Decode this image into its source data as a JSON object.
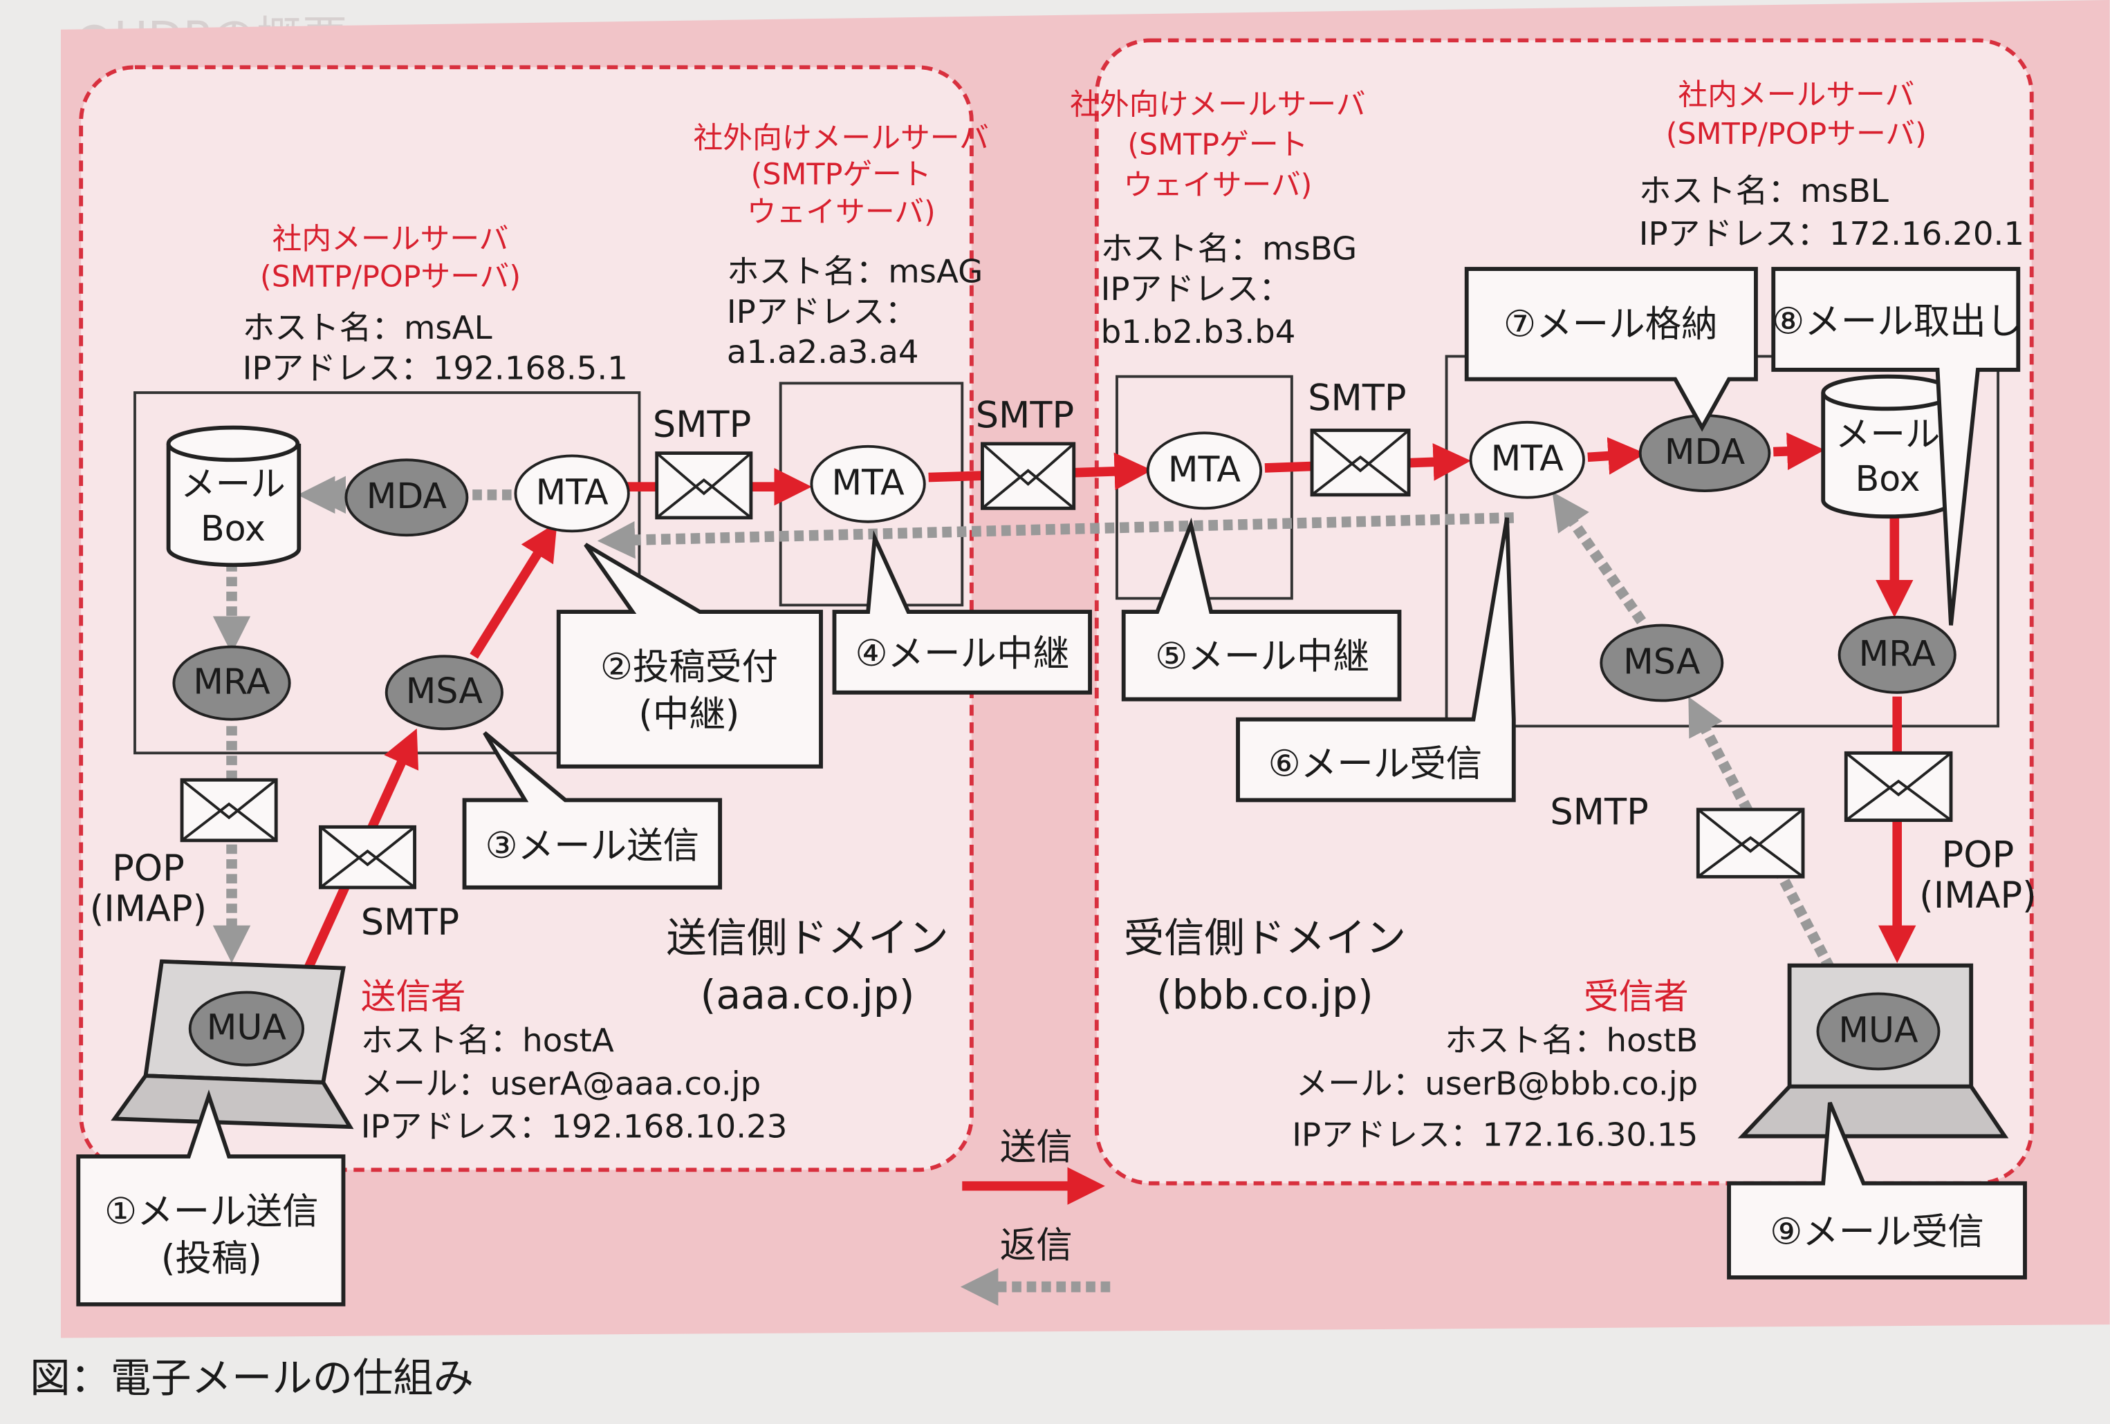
{
  "colors": {
    "accent": "#e0202a",
    "panel": "#f1c4c8",
    "domain": "#f8e6e8",
    "return": "#999999"
  },
  "left_server": {
    "title": "社内メールサーバ",
    "subtitle": "(SMTP/POPサーバ)",
    "host": "ホスト名：msAL",
    "ip": "IPアドレス：192.168.5.1"
  },
  "left_gateway": {
    "title": "社外向けメールサーバ",
    "sub1": "(SMTPゲート",
    "sub2": "ウェイサーバ)",
    "host": "ホスト名：msAG",
    "ip_label": "IPアドレス：",
    "ip": "a1.a2.a3.a4"
  },
  "right_gateway": {
    "title": "社外向けメールサーバ",
    "sub1": "(SMTPゲート",
    "sub2": "ウェイサーバ)",
    "host": "ホスト名：msBG",
    "ip_label": "IPアドレス：",
    "ip": "b1.b2.b3.b4"
  },
  "right_server": {
    "title": "社内メールサーバ",
    "subtitle": "(SMTP/POPサーバ)",
    "host": "ホスト名：msBL",
    "ip": "IPアドレス：172.16.20.1"
  },
  "nodes": {
    "mta": "MTA",
    "mda": "MDA",
    "mra": "MRA",
    "msa": "MSA",
    "mua": "MUA",
    "mailbox1": "メール",
    "mailbox2": "Box"
  },
  "protocols": {
    "smtp": "SMTP",
    "pop": "POP",
    "imap": "(IMAP)"
  },
  "steps": [
    "①メール送信",
    "(投稿)",
    "②投稿受付",
    "③メール送信",
    "(中継)",
    "④メール中継",
    "⑤メール中継",
    "⑥メール受信",
    "⑦メール格納",
    "⑧メール取出し",
    "⑨メール受信"
  ],
  "sender_domain": {
    "name": "送信側ドメイン",
    "domain": "(aaa.co.jp)"
  },
  "receiver_domain": {
    "name": "受信側ドメイン",
    "domain": "(bbb.co.jp)"
  },
  "sender": {
    "title": "送信者",
    "host": "ホスト名：hostA",
    "mail": "メール：userA@aaa.co.jp",
    "ip": "IPアドレス：192.168.10.23"
  },
  "receiver": {
    "title": "受信者",
    "host": "ホスト名：hostB",
    "mail": "メール：userB@bbb.co.jp",
    "ip": "IPアドレス：172.16.30.15"
  },
  "legend": {
    "send": "送信",
    "reply": "返信"
  },
  "caption": "図：電子メールの仕組み",
  "background_heading": "●UDPの概要"
}
